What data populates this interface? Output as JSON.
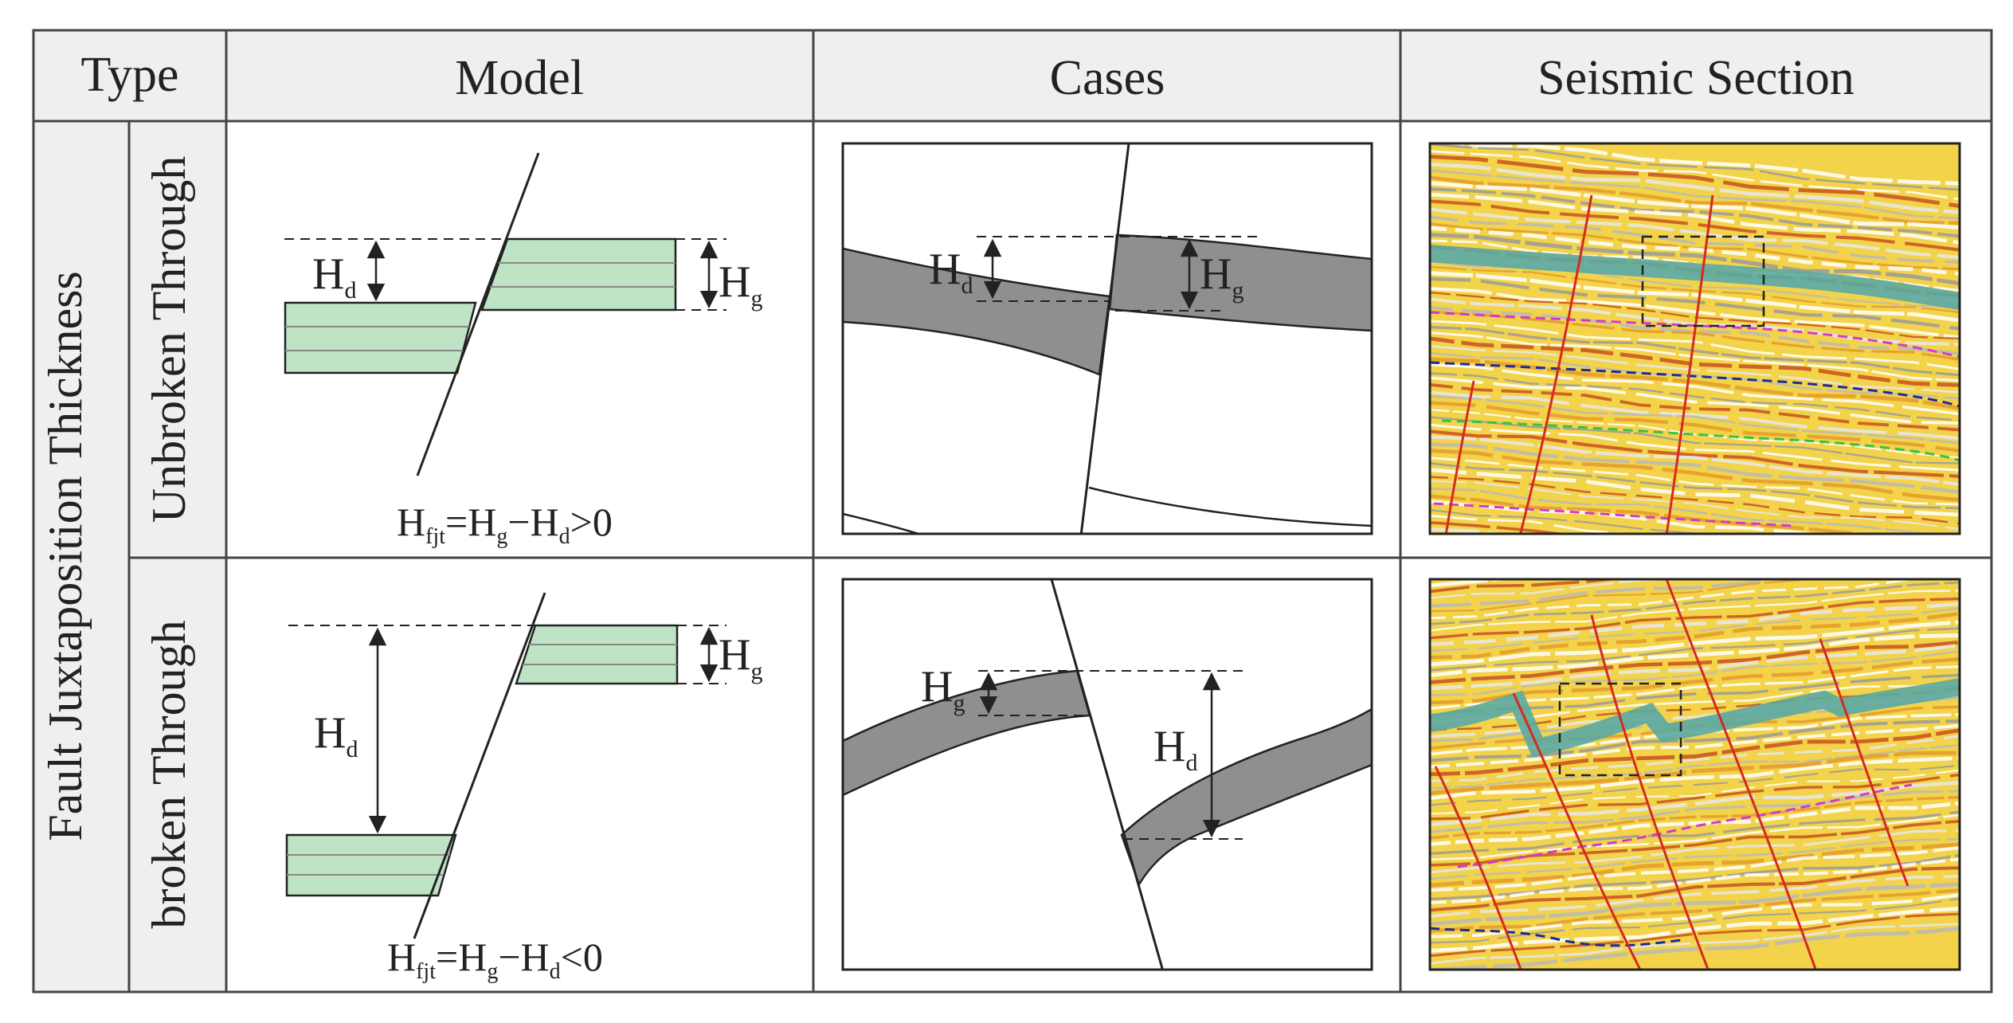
{
  "table": {
    "headers": {
      "type": "Type",
      "model": "Model",
      "cases": "Cases",
      "seismic": "Seismic Section"
    },
    "group_label": "Fault Juxtaposition Thickness",
    "rows": [
      {
        "label": "Unbroken Through",
        "equation": {
          "lhs_sub": "fjt",
          "rel": ">0"
        }
      },
      {
        "label": "broken Through",
        "equation": {
          "lhs_sub": "fjt",
          "rel": "<0"
        }
      }
    ]
  },
  "symbols": {
    "H": "H",
    "d": "d",
    "g": "g",
    "eq_mid": "=H",
    "minus": "−H"
  },
  "colors": {
    "layer_fill": "#bfe3c5",
    "case_fill": "#8f8f8f",
    "header_bg": "#efefef",
    "seismic_bg": "#f2d34a",
    "fault_line": "#d42a1f",
    "horizon_teal": "#5aa8a3",
    "horizon_magenta": "#d13ad1",
    "horizon_navy": "#1d2a9a",
    "horizon_green": "#35c24a"
  }
}
